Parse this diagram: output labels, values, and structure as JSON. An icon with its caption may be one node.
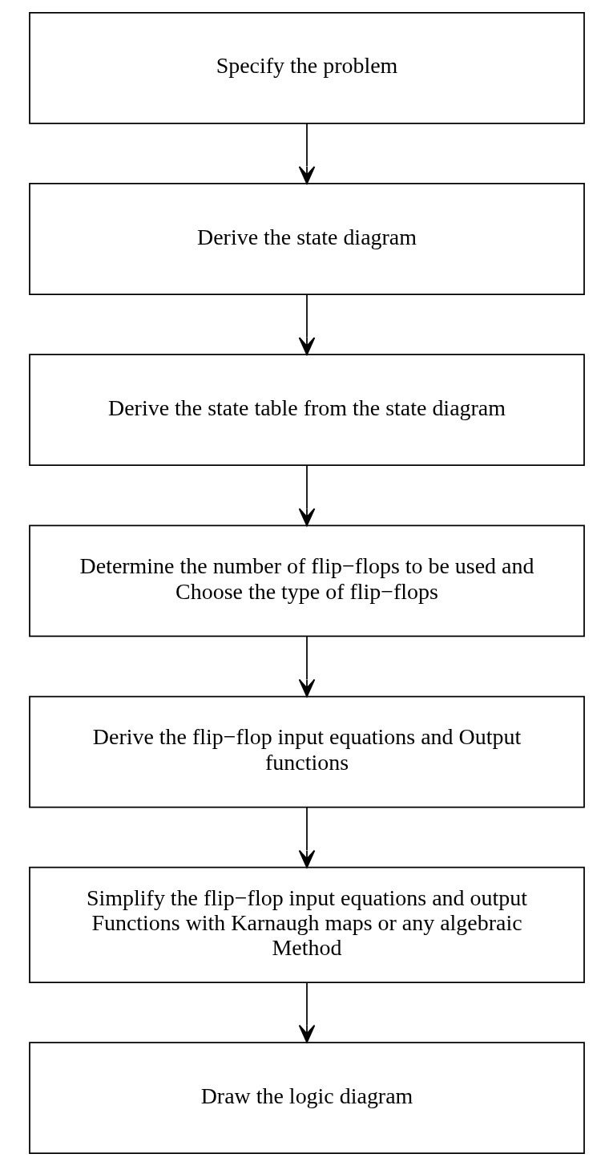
{
  "diagram": {
    "nodes": [
      {
        "text": [
          "Specify the problem"
        ]
      },
      {
        "text": [
          "Derive the state diagram"
        ]
      },
      {
        "text": [
          "Derive the state table from the state diagram"
        ]
      },
      {
        "text": [
          "Determine the number of flip−flops to be used and Choose the type of flip−flops"
        ]
      },
      {
        "text": [
          "Derive the flip−flop input equations and Output functions"
        ]
      },
      {
        "text": [
          "Simplify the flip−flop input equations and output Functions with Karnaugh maps or any algebraic Method"
        ]
      },
      {
        "text": [
          "Draw the logic diagram"
        ]
      }
    ],
    "edges": [
      {
        "from": 0,
        "to": 1,
        "arrow": "to"
      },
      {
        "from": 1,
        "to": 2,
        "arrow": "to"
      },
      {
        "from": 2,
        "to": 3,
        "arrow": "to"
      },
      {
        "from": 3,
        "to": 4,
        "arrow": "to"
      },
      {
        "from": 4,
        "to": 5,
        "arrow": "to"
      },
      {
        "from": 5,
        "to": 6,
        "arrow": "to"
      }
    ]
  }
}
